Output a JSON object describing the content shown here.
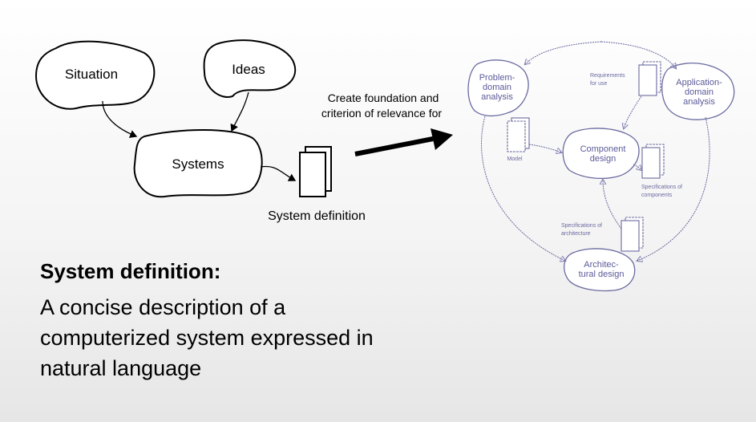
{
  "left_diagram": {
    "situation": "Situation",
    "ideas": "Ideas",
    "systems": "Systems",
    "system_definition_label": "System definition"
  },
  "arrow_caption": {
    "line1": "Create foundation and",
    "line2": "criterion of relevance for"
  },
  "right_diagram": {
    "problem_domain": [
      "Problem-",
      "domain",
      "analysis"
    ],
    "application_domain": [
      "Application-",
      "domain",
      "analysis"
    ],
    "component_design": [
      "Component",
      "design"
    ],
    "architectural_design": [
      "Architec-",
      "tural design"
    ],
    "model": "Model",
    "requirements": [
      "Requirements",
      "for use"
    ],
    "spec_components": [
      "Specifications of",
      "components"
    ],
    "spec_architecture": [
      "Specifications of",
      "architecture"
    ]
  },
  "definition": {
    "title": "System definition:",
    "body": "A concise description of a computerized system expressed in natural language"
  },
  "colors": {
    "left_ink": "#000000",
    "right_ink": "#5a5a9a"
  }
}
